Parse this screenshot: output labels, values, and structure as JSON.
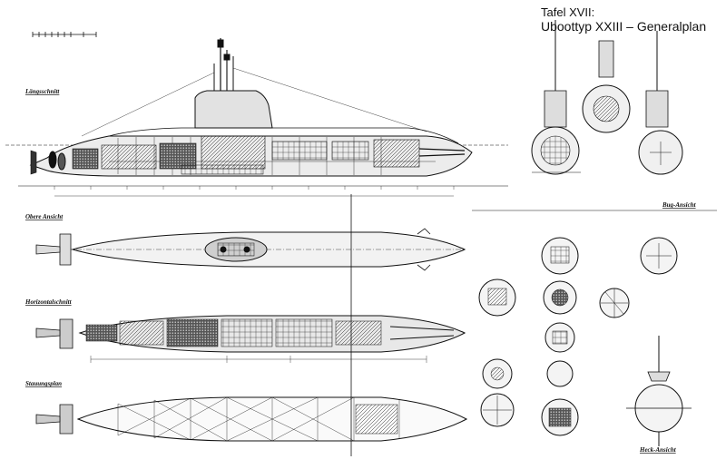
{
  "title": {
    "line1": "Tafel XVII:",
    "line2": "Uboottyp XXIII – Generalplan"
  },
  "views": {
    "longitudinal": "Längsschnitt",
    "top_view": "Obere Ansicht",
    "horizontal_section": "Horizontalschnitt",
    "stowage_plan": "Stauungsplan",
    "bow_view": "Bug-Ansicht",
    "stern_view": "Heck-Ansicht"
  },
  "colors": {
    "ink": "#111111",
    "paper": "#ffffff",
    "light_fill": "#d8d8d8",
    "dark_fill": "#3a3a3a"
  }
}
